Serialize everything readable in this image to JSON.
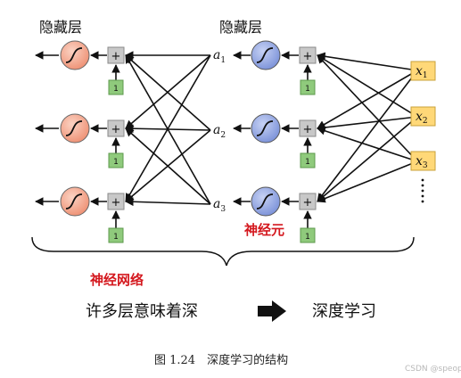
{
  "labels": {
    "hidden_layer_left": "隐藏层",
    "hidden_layer_right": "隐藏层",
    "neuron": "神经元",
    "neural_network": "神经网络",
    "many_layers": "许多层意味着深",
    "deep_learning": "深度学习",
    "caption": "图 1.24　深度学习的结构",
    "watermark": "CSDN @speop"
  },
  "activations": [
    {
      "symbol": "a",
      "sub": "1"
    },
    {
      "symbol": "a",
      "sub": "2"
    },
    {
      "symbol": "a",
      "sub": "3"
    }
  ],
  "inputs": [
    {
      "symbol": "x",
      "sub": "1"
    },
    {
      "symbol": "x",
      "sub": "2"
    },
    {
      "symbol": "x",
      "sub": "3"
    }
  ],
  "sum_symbol": "+",
  "bias_value": "1",
  "colors": {
    "left_neuron": "#f2a084",
    "right_neuron": "#8ea3e0",
    "input_box": "#ffd878",
    "bias_box": "#8fca7c",
    "sum_box": "#c8c8c8",
    "red_text": "#d4181e"
  }
}
